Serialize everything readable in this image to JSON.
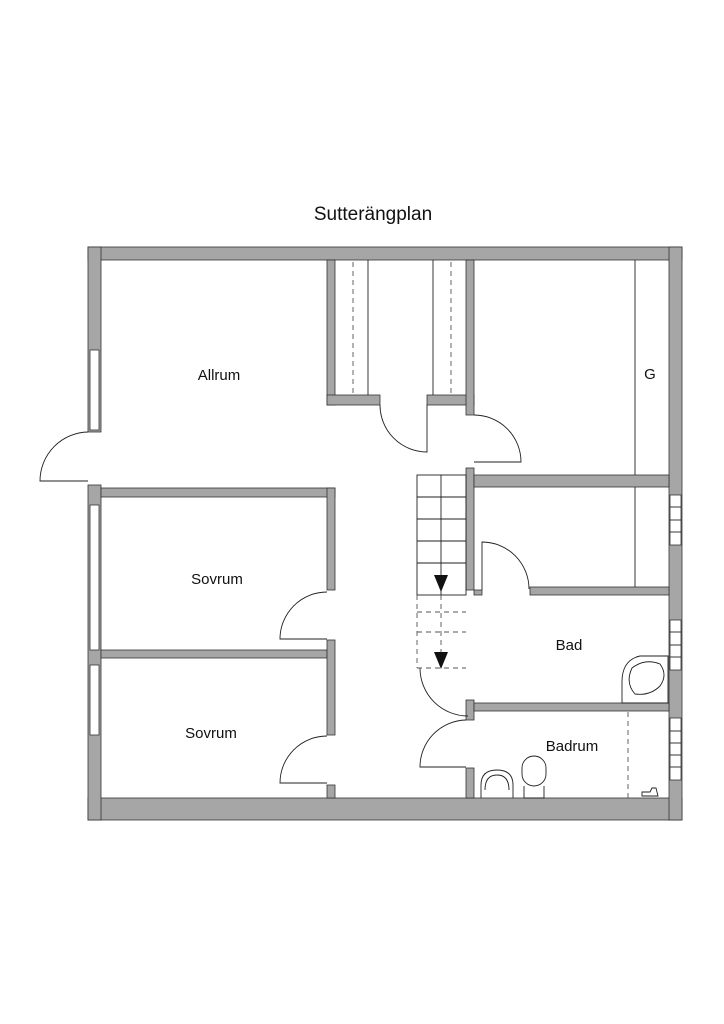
{
  "plan": {
    "title": "Sutterängplan",
    "rooms": [
      {
        "label": "Allrum"
      },
      {
        "label": "G"
      },
      {
        "label": "Sovrum"
      },
      {
        "label": "Sovrum"
      },
      {
        "label": "Bad"
      },
      {
        "label": "Badrum"
      }
    ],
    "colors": {
      "wall": "#a6a6a6",
      "line": "#222222",
      "background": "#ffffff"
    }
  }
}
